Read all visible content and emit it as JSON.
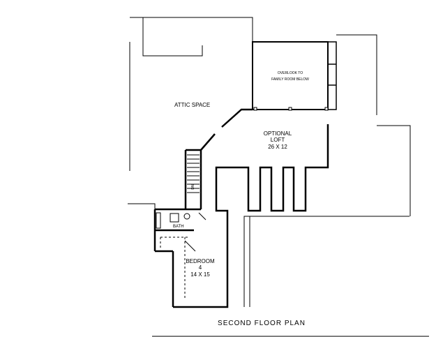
{
  "plan": {
    "title": "SECOND FLOOR PLAN",
    "labels": {
      "attic_space": "ATTIC SPACE",
      "overlook_line1": "OVERLOOK TO",
      "overlook_line2": "FAMILY ROOM BELOW",
      "loft_name": "OPTIONAL",
      "loft_name2": "LOFT",
      "loft_size": "26 X 12",
      "bath": "BATH",
      "bedroom_name": "BEDROOM",
      "bedroom_number": "4",
      "bedroom_size": "14 X 15",
      "stair": "DN"
    }
  }
}
